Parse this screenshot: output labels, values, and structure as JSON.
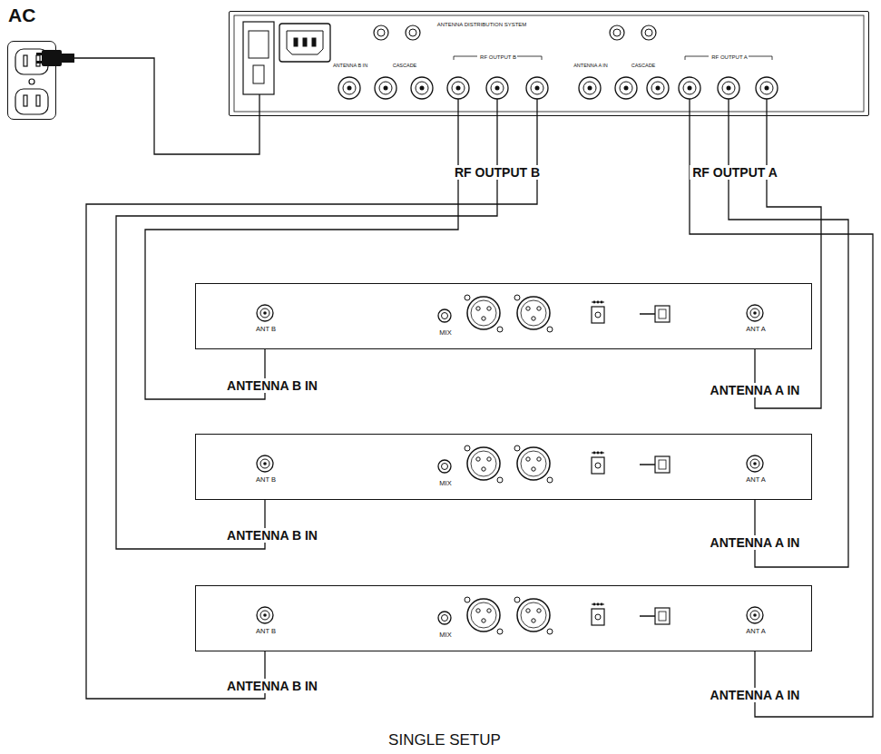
{
  "diagram": {
    "caption": "SINGLE SETUP",
    "nodes": [
      {
        "text": [
          "AC"
        ]
      },
      {
        "text": [
          "ANTENNA DISTRIBUTION SYSTEM",
          "ANTENNA B IN",
          "CASCADE",
          "RF OUTPUT B",
          "ANTENNA A IN",
          "CASCADE",
          "RF OUTPUT A"
        ]
      },
      {
        "text": [
          "ANT B",
          "MIX",
          "ANT A"
        ]
      },
      {
        "text": [
          "ANT B",
          "MIX",
          "ANT A"
        ]
      },
      {
        "text": [
          "ANT B",
          "MIX",
          "ANT A"
        ]
      }
    ],
    "edges": [
      {
        "from": 0,
        "to": 1,
        "arrow": "none"
      },
      {
        "from": 1,
        "to": 2,
        "arrow": "none",
        "label": "ANTENNA B IN"
      },
      {
        "from": 1,
        "to": 2,
        "arrow": "none",
        "label": "ANTENNA A IN"
      },
      {
        "from": 1,
        "to": 3,
        "arrow": "none",
        "label": "ANTENNA B IN"
      },
      {
        "from": 1,
        "to": 3,
        "arrow": "none",
        "label": "ANTENNA A IN"
      },
      {
        "from": 1,
        "to": 4,
        "arrow": "none",
        "label": "ANTENNA B IN"
      },
      {
        "from": 1,
        "to": 4,
        "arrow": "none",
        "label": "ANTENNA A IN"
      }
    ],
    "labels": [
      "RF OUTPUT B",
      "RF OUTPUT A"
    ]
  }
}
